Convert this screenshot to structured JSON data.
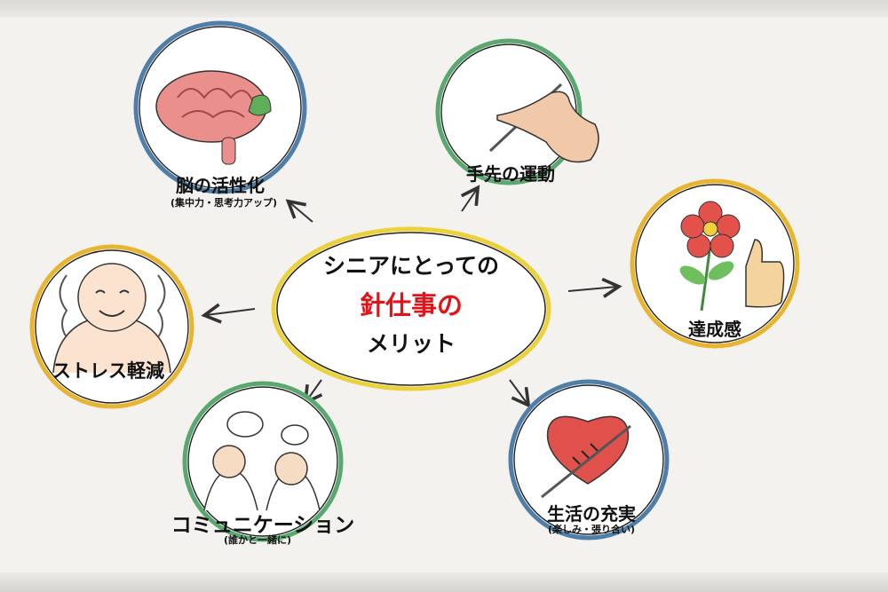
{
  "center": {
    "line1": "シニアにとっての",
    "line2": "針仕事の",
    "line3": "メリット"
  },
  "benefits": [
    {
      "title": "脳の活性化",
      "sub": "(集中力・思考力アップ)",
      "icon": "brain-icon"
    },
    {
      "title": "手先の運動",
      "icon": "needle-hand-icon"
    },
    {
      "title": "達成感",
      "icon": "flower-thumbs-up-icon"
    },
    {
      "title": "ストレス軽減",
      "icon": "smiling-person-icon"
    },
    {
      "title": "コミュニケーション",
      "sub": "(誰かと一緒に)",
      "icon": "talking-people-icon"
    },
    {
      "title": "生活の充実",
      "sub": "(楽しみ・張り合い)",
      "icon": "stitched-heart-icon"
    }
  ],
  "colors": {
    "accent": "#e0151c",
    "blue": "#4f7fa8",
    "green": "#5aa770",
    "yellow": "#e8b531",
    "center_ring": "#ecd23a"
  }
}
